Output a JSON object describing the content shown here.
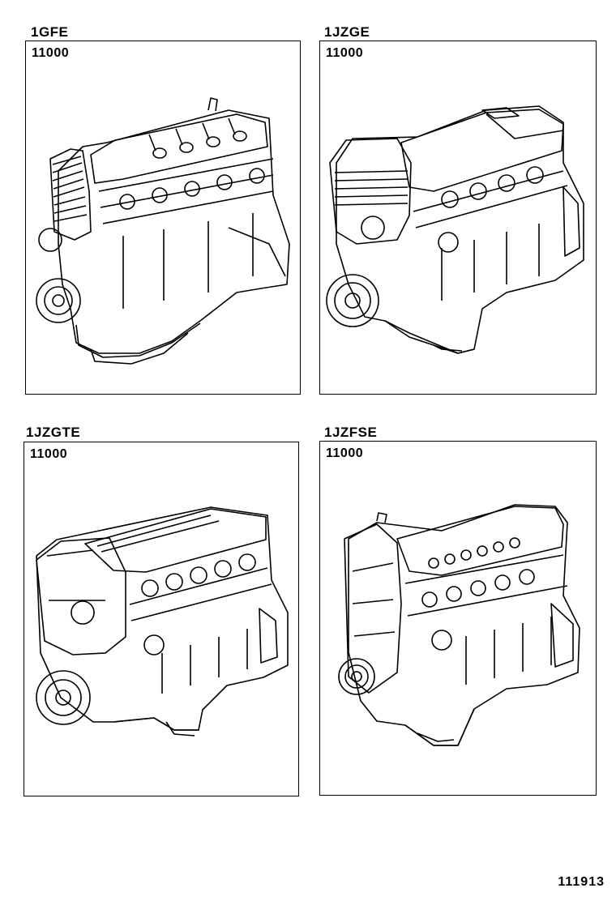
{
  "panels": [
    {
      "model": "1GFE",
      "part_number": "11000",
      "illustration": "engine-1gfe"
    },
    {
      "model": "1JZGE",
      "part_number": "11000",
      "illustration": "engine-1jzge"
    },
    {
      "model": "1JZGTE",
      "part_number": "11000",
      "illustration": "engine-1jzgte"
    },
    {
      "model": "1JZFSE",
      "part_number": "11000",
      "illustration": "engine-1jzfse"
    }
  ],
  "figure_number": "111913",
  "colors": {
    "ink": "#000000",
    "paper": "#ffffff"
  }
}
